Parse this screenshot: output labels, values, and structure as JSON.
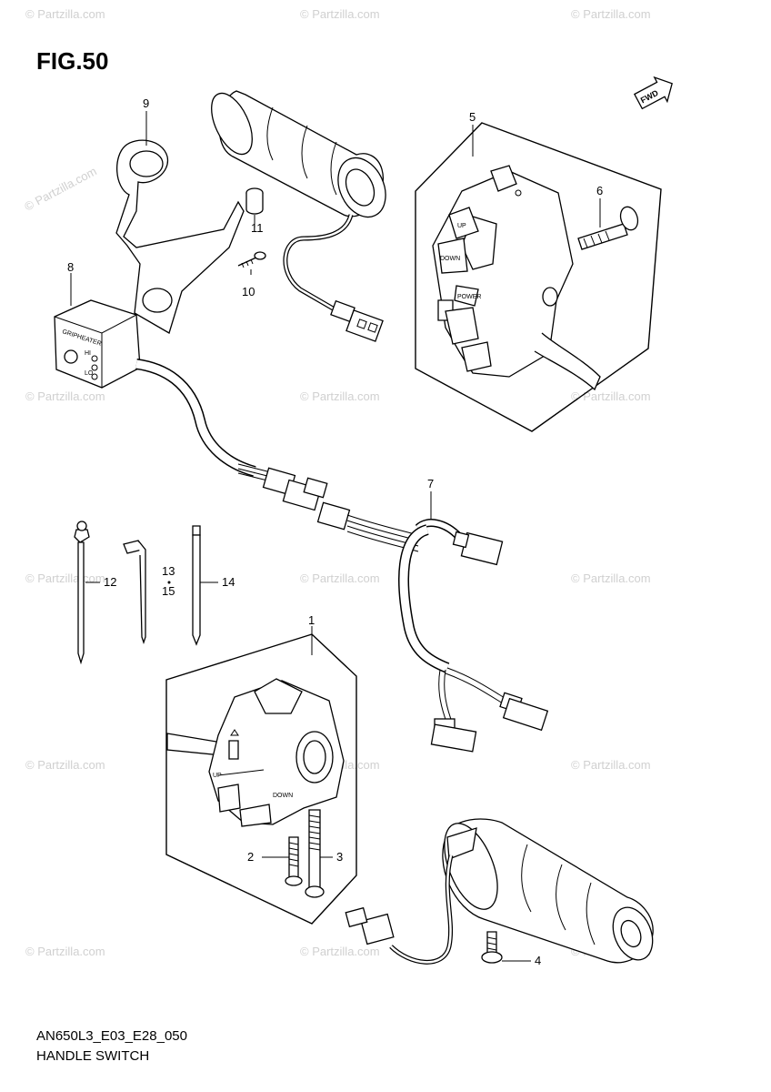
{
  "figure": {
    "title": "FIG.50",
    "diagram_code": "AN650L3_E03_E28_050",
    "section_name": "HANDLE SWITCH",
    "forward_badge": "FWD",
    "watermark": "© Partzilla.com"
  },
  "callouts": [
    {
      "id": "c1",
      "label": "1"
    },
    {
      "id": "c2",
      "label": "2"
    },
    {
      "id": "c3",
      "label": "3"
    },
    {
      "id": "c4",
      "label": "4"
    },
    {
      "id": "c5",
      "label": "5"
    },
    {
      "id": "c6",
      "label": "6"
    },
    {
      "id": "c7",
      "label": "7"
    },
    {
      "id": "c8",
      "label": "8"
    },
    {
      "id": "c9",
      "label": "9"
    },
    {
      "id": "c10",
      "label": "10"
    },
    {
      "id": "c11",
      "label": "11"
    },
    {
      "id": "c12",
      "label": "12"
    },
    {
      "id": "c13",
      "label": "13"
    },
    {
      "id": "c14",
      "label": "14"
    },
    {
      "id": "c15",
      "label": "15"
    }
  ],
  "switch_labels": {
    "up": "UP",
    "down": "DOWN",
    "power": "POWER",
    "grip_heater": "GRIPHEATER",
    "hi": "HI",
    "lo": "LO"
  }
}
